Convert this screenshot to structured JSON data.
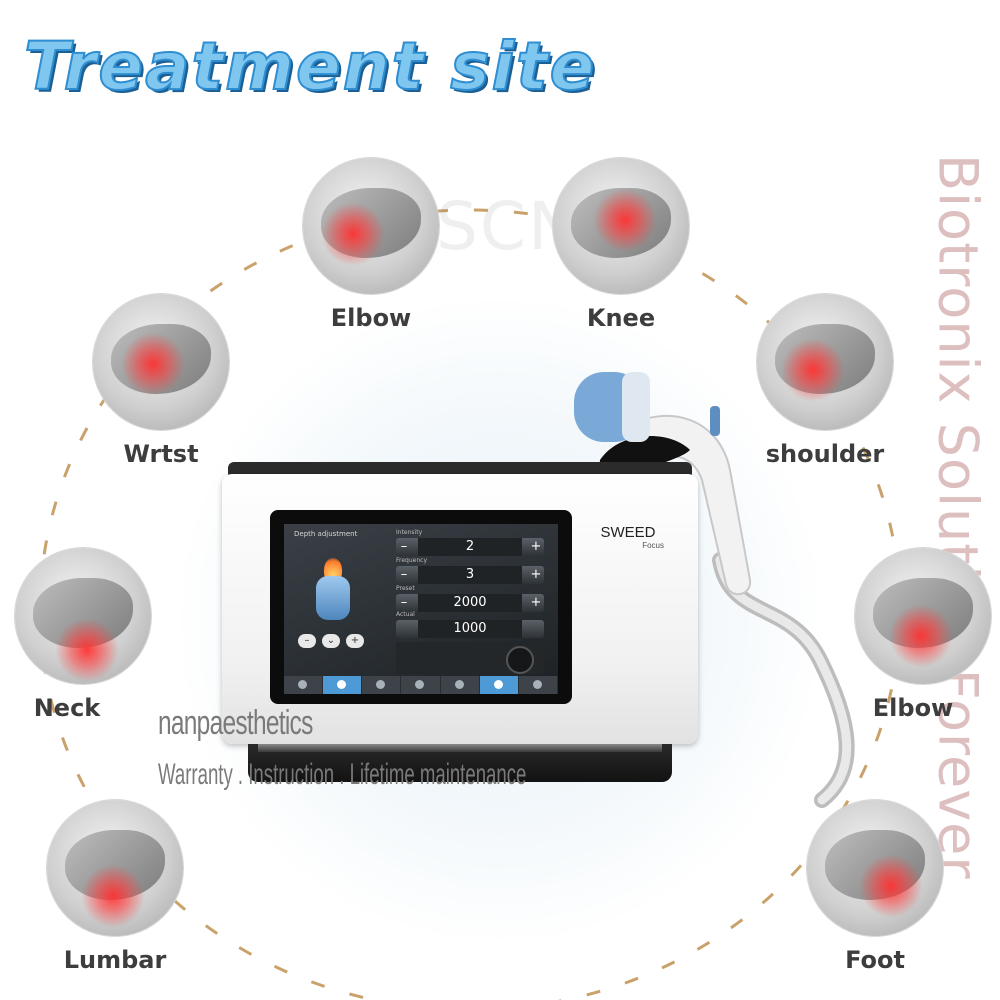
{
  "title": "Treatment site",
  "vertical_banner": "Biotronix Solution Forever",
  "sites": {
    "elbow_top": "Elbow",
    "knee": "Knee",
    "wrist": "Wrtst",
    "shoulder": "shoulder",
    "neck": "Neck",
    "elbow_right": "Elbow",
    "lumbar": "Lumbar",
    "foot": "Foot"
  },
  "device": {
    "brand": "SWEED",
    "model": "Focus",
    "screen": {
      "depth_label": "Depth adjustment",
      "params": [
        {
          "name": "Intensity",
          "value": "2"
        },
        {
          "name": "Frequency",
          "value": "3"
        },
        {
          "name": "Preset",
          "value": "2000"
        },
        {
          "name": "Actual",
          "value": "1000"
        }
      ]
    }
  },
  "watermark": {
    "name": "nanpaesthetics",
    "tagline": "Warranty . Instruction . Lifetime maintenance"
  },
  "colors": {
    "title_fill": "#7fc7ef",
    "title_stroke": "#2e8ed1",
    "banner": "#ddbfbf",
    "pain": "#ff3b3b",
    "applicator_blue": "#7aa9d8"
  }
}
